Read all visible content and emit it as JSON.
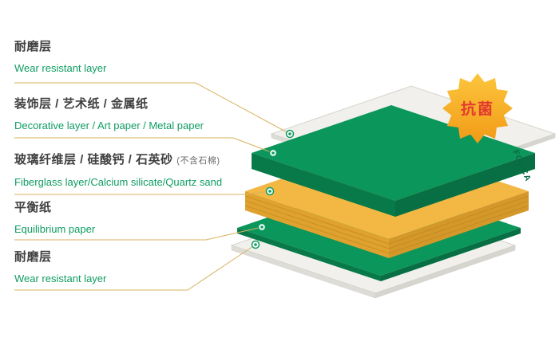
{
  "diagram": {
    "labels": [
      {
        "zh": "耐磨层",
        "en": "Wear resistant layer"
      },
      {
        "zh": "装饰层 / 艺术纸 / 金属纸",
        "en": "Decorative layer / Art paper / Metal paper"
      },
      {
        "zh": "玻璃纤维层 / 硅酸钙 / 石英砂",
        "note": "(不含石棉)",
        "en": "Fiberglass layer/Calcium silicate/Quartz sand"
      },
      {
        "zh": "平衡纸",
        "en": "Equilibrium paper"
      },
      {
        "zh": "耐磨层",
        "en": "Wear resistant layer"
      }
    ],
    "badge": {
      "label": "抗菌"
    },
    "brand": {
      "name": "FORCA"
    },
    "colors": {
      "board_green": "#0b965b",
      "board_green_side": "#087a49",
      "board_yellow": "#f2b843",
      "board_yellow_side": "#dfa22e",
      "sheet_white": "#f1f0ec",
      "label_en_green": "#0f9d63",
      "label_zh_gray": "#404040",
      "leader_gold": "#d8b25f",
      "badge_orange": "#f6a61e",
      "badge_text_red": "#e23b2f"
    }
  }
}
